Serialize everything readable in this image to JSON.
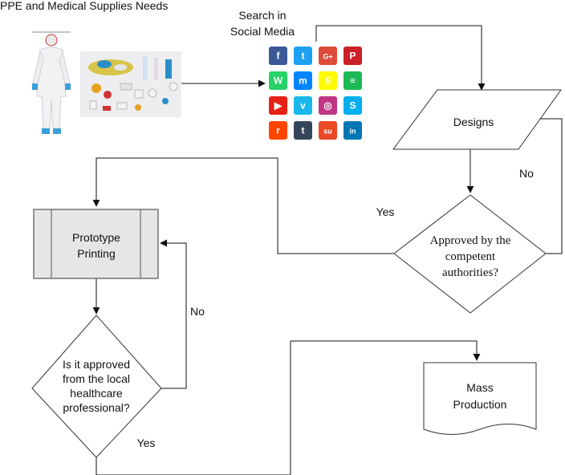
{
  "header": {
    "title": "PPE and Medical Supplies Needs"
  },
  "social": {
    "label_line1": "Search in",
    "label_line2": "Social Media",
    "icons": [
      {
        "name": "facebook-icon",
        "color": "#3b5998",
        "glyph": "f"
      },
      {
        "name": "twitter-icon",
        "color": "#1da1f2",
        "glyph": "t"
      },
      {
        "name": "google-plus-icon",
        "color": "#dd4b39",
        "glyph": "G+"
      },
      {
        "name": "pinterest-icon",
        "color": "#cb2027",
        "glyph": "P"
      },
      {
        "name": "whatsapp-icon",
        "color": "#25d366",
        "glyph": "W"
      },
      {
        "name": "messenger-icon",
        "color": "#0084ff",
        "glyph": "m"
      },
      {
        "name": "snapchat-icon",
        "color": "#fffc00",
        "glyph": "S"
      },
      {
        "name": "spotify-icon",
        "color": "#1db954",
        "glyph": "≡"
      },
      {
        "name": "youtube-icon",
        "color": "#e62117",
        "glyph": "▶"
      },
      {
        "name": "vimeo-icon",
        "color": "#1ab7ea",
        "glyph": "v"
      },
      {
        "name": "instagram-icon",
        "color": "#c13584",
        "glyph": "◎"
      },
      {
        "name": "skype-icon",
        "color": "#00aff0",
        "glyph": "S"
      },
      {
        "name": "reddit-icon",
        "color": "#ff4500",
        "glyph": "r"
      },
      {
        "name": "tumblr-icon",
        "color": "#35465c",
        "glyph": "t"
      },
      {
        "name": "stumbleupon-icon",
        "color": "#eb4924",
        "glyph": "su"
      },
      {
        "name": "linkedin-icon",
        "color": "#0077b5",
        "glyph": "in"
      }
    ]
  },
  "nodes": {
    "designs": "Designs",
    "approved_authorities": [
      "Approved by the",
      "competent",
      "authorities?"
    ],
    "prototype": [
      "Prototype",
      "Printing"
    ],
    "local_approval": [
      "Is it approved",
      "from the local",
      "healthcare",
      "professional?"
    ],
    "mass_production": [
      "Mass",
      "Production"
    ]
  },
  "edges": {
    "authorities_no": "No",
    "authorities_yes": "Yes",
    "local_no": "No",
    "local_yes": "Yes"
  }
}
